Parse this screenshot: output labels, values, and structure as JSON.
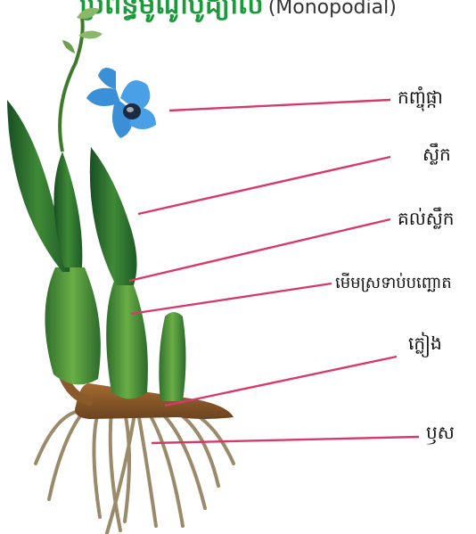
{
  "title": {
    "khmer": "ប្រព័ន្ធ​មូណូប៉ូដ្យាល",
    "latin": "(Monopodial)"
  },
  "labels": {
    "flower": "កញ្ចុំផ្កា",
    "leaf": "ស្លឹក",
    "petiole": "គល់ស្លឹក",
    "pseudobulb": "មើមស្រទាប់បញ្ឆោត",
    "rhizome": "ក្លៀង",
    "root": "ឫស"
  },
  "colors": {
    "leader_line": "#d63a6a",
    "leaf_dark": "#1f5a2a",
    "leaf_light": "#4e9a3c",
    "flower": "#3b8fd6",
    "root": "#8a7a5a",
    "rhizome": "#8a5a2a"
  }
}
